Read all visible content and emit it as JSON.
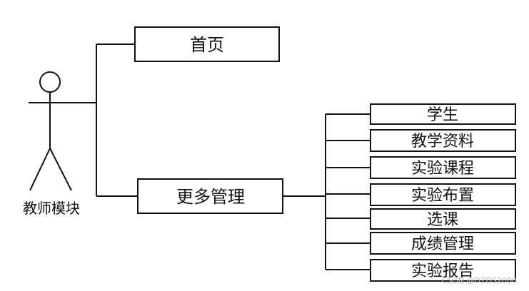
{
  "actor": {
    "label": "教师模块"
  },
  "root_nodes": {
    "home": "首页",
    "more_management": "更多管理"
  },
  "sub_nodes": [
    "学生",
    "教学资料",
    "实验课程",
    "实验布置",
    "选课",
    "成绩管理",
    "实验报告"
  ],
  "watermark": "CSDN @DZDS2000",
  "colors": {
    "stroke": "#111111",
    "background": "#ffffff",
    "watermark": "#bdbdbd"
  }
}
